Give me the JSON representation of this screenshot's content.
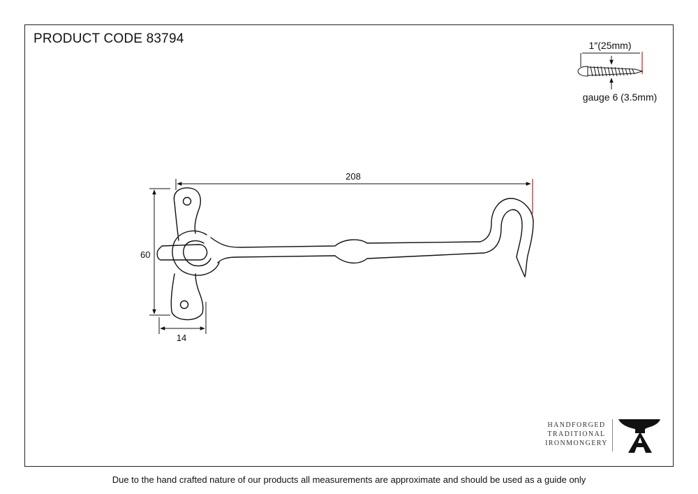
{
  "header": {
    "product_code": "PRODUCT CODE 83794"
  },
  "dimensions": {
    "length": "208",
    "height": "60",
    "width": "14"
  },
  "screw": {
    "length_label": "1″(25mm)",
    "gauge_label": "gauge 6 (3.5mm)"
  },
  "brand": {
    "line1": "HANDFORGED",
    "line2": "TRADITIONAL",
    "line3": "IRONMONGERY",
    "logo_letter": "A"
  },
  "footer": {
    "disclaimer": "Due to the hand crafted nature of our products all measurements are approximate and should be used as a guide only"
  },
  "colors": {
    "line": "#111111",
    "accent_marker": "#cc1a1a"
  }
}
